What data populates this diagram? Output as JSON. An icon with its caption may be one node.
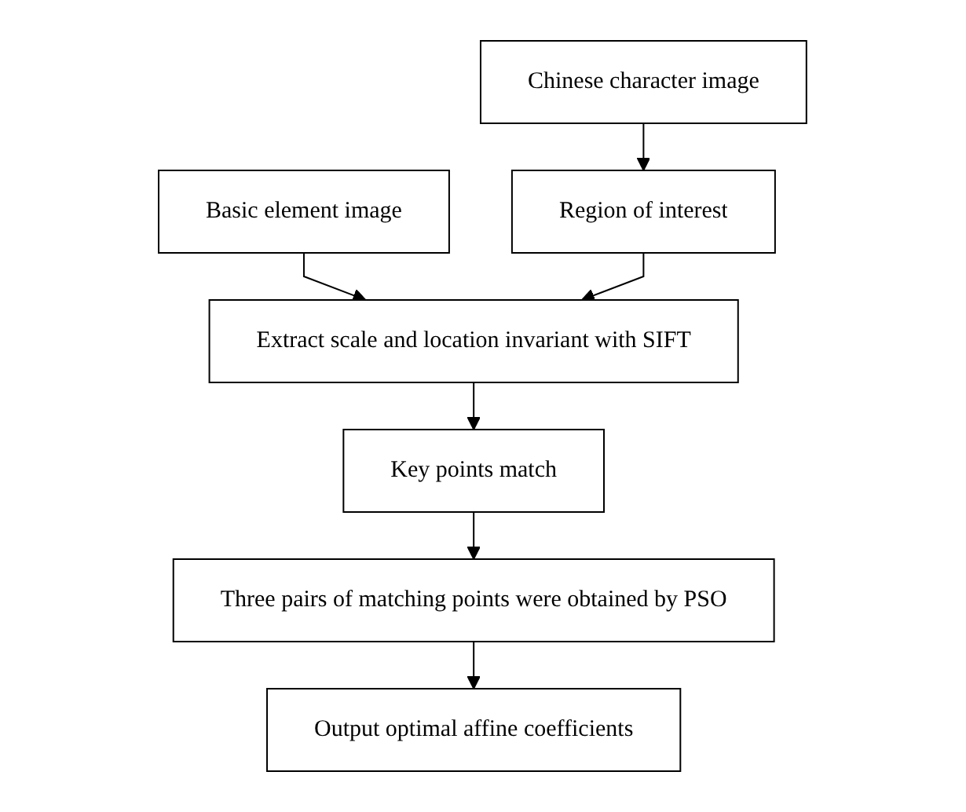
{
  "diagram": {
    "nodes": [
      {
        "text": [
          "Basic element image"
        ]
      },
      {
        "text": [
          "Chinese character image"
        ]
      },
      {
        "text": [
          "Region of interest"
        ]
      },
      {
        "text": [
          "Extract scale and location invariant with SIFT"
        ]
      },
      {
        "text": [
          "Key points match"
        ]
      },
      {
        "text": [
          "Three pairs of matching points were obtained by PSO"
        ]
      },
      {
        "text": [
          "Output optimal affine coefficients"
        ]
      }
    ],
    "edges": [
      {
        "from": 0,
        "to": 3,
        "arrow": "to"
      },
      {
        "from": 1,
        "to": 2,
        "arrow": "to"
      },
      {
        "from": 2,
        "to": 3,
        "arrow": "to"
      },
      {
        "from": 3,
        "to": 4,
        "arrow": "to"
      },
      {
        "from": 4,
        "to": 5,
        "arrow": "to"
      },
      {
        "from": 5,
        "to": 6,
        "arrow": "to"
      }
    ]
  }
}
